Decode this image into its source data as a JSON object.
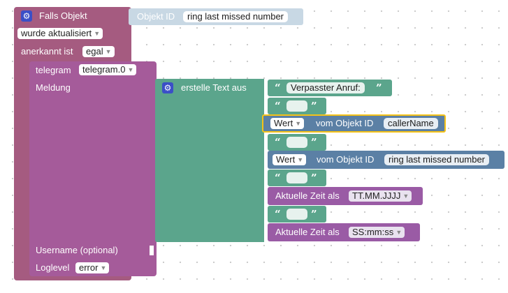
{
  "event_block": {
    "title": "Falls Objekt",
    "object_id_label": "Objekt ID",
    "object_id_value": "ring last missed number",
    "trigger_value": "wurde aktualisiert",
    "ack_label": "anerkannt ist",
    "ack_value": "egal",
    "color": "#a55b80"
  },
  "telegram_block": {
    "instance_label": "telegram",
    "instance_value": "telegram.0",
    "message_label": "Meldung",
    "username_label": "Username (optional)",
    "loglevel_label": "Loglevel",
    "loglevel_value": "error",
    "color": "#a55b9a"
  },
  "text_join_block": {
    "label": "erstelle Text aus",
    "color": "#5ba58c",
    "items": [
      {
        "kind": "text",
        "value": "Verpasster Anruf:"
      },
      {
        "kind": "text",
        "value": ""
      },
      {
        "kind": "get_value",
        "attr": "Wert",
        "of_label": "vom Objekt ID",
        "object": "callerName",
        "selected": true
      },
      {
        "kind": "text",
        "value": ""
      },
      {
        "kind": "get_value",
        "attr": "Wert",
        "of_label": "vom Objekt ID",
        "object": "ring last missed number",
        "selected": false
      },
      {
        "kind": "text",
        "value": ""
      },
      {
        "kind": "time",
        "label": "Aktuelle Zeit als",
        "format": "TT.MM.JJJJ"
      },
      {
        "kind": "text",
        "value": ""
      },
      {
        "kind": "time",
        "label": "Aktuelle Zeit als",
        "format": "SS:mm:ss"
      }
    ]
  },
  "colors": {
    "text_block": "#5ba58c",
    "get_value_block": "#5b80a5",
    "time_block": "#9a5ba5",
    "selection_outline": "#f5c218",
    "gear_icon": "#3b4fc7"
  },
  "icons": {
    "event_icon": "gear-icon",
    "join_icon": "gear-icon",
    "dropdown": "chevron-down-icon",
    "quote": "quote-icon"
  }
}
